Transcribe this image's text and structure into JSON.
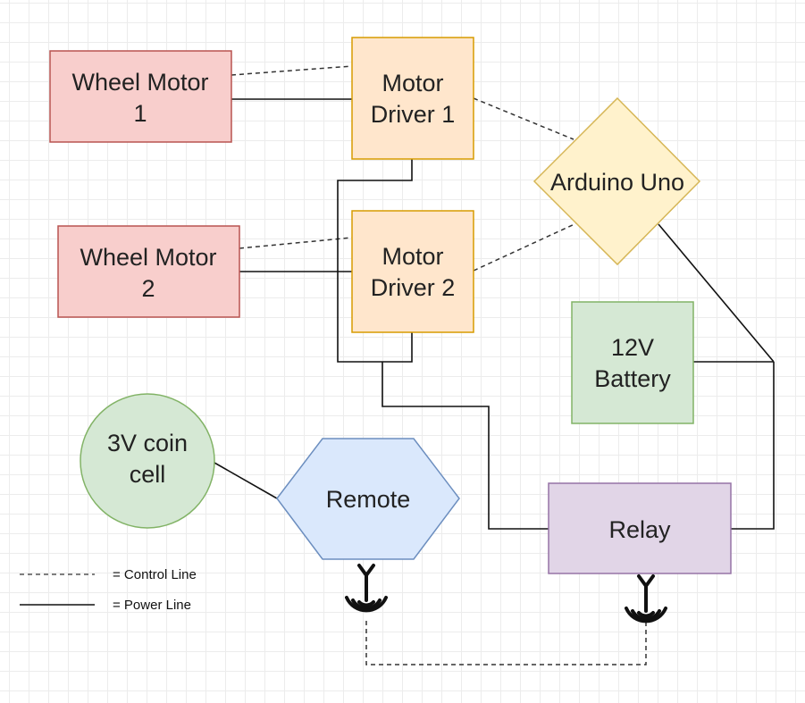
{
  "nodes": {
    "wheel_motor_1": {
      "line1": "Wheel Motor",
      "line2": "1"
    },
    "wheel_motor_2": {
      "line1": "Wheel Motor",
      "line2": "2"
    },
    "motor_driver_1": {
      "line1": "Motor",
      "line2": "Driver 1"
    },
    "motor_driver_2": {
      "line1": "Motor",
      "line2": "Driver 2"
    },
    "arduino": {
      "label": "Arduino Uno"
    },
    "battery": {
      "line1": "12V",
      "line2": "Battery"
    },
    "coin_cell": {
      "line1": "3V coin",
      "line2": "cell"
    },
    "remote": {
      "label": "Remote"
    },
    "relay": {
      "label": "Relay"
    }
  },
  "legend": {
    "control": "= Control Line",
    "power": "= Power Line"
  },
  "icons": {
    "remote_antenna": "antenna-icon",
    "relay_antenna": "antenna-icon"
  },
  "colors": {
    "motor_fill": "#f8cecc",
    "motor_stroke": "#b85450",
    "driver_fill": "#ffe6cc",
    "driver_stroke": "#d79b00",
    "arduino_fill": "#fff2cc",
    "arduino_stroke": "#d6b656",
    "battery_fill": "#d5e8d4",
    "battery_stroke": "#82b366",
    "remote_fill": "#dae8fc",
    "remote_stroke": "#6c8ebf",
    "relay_fill": "#e1d5e7",
    "relay_stroke": "#9673a6"
  }
}
